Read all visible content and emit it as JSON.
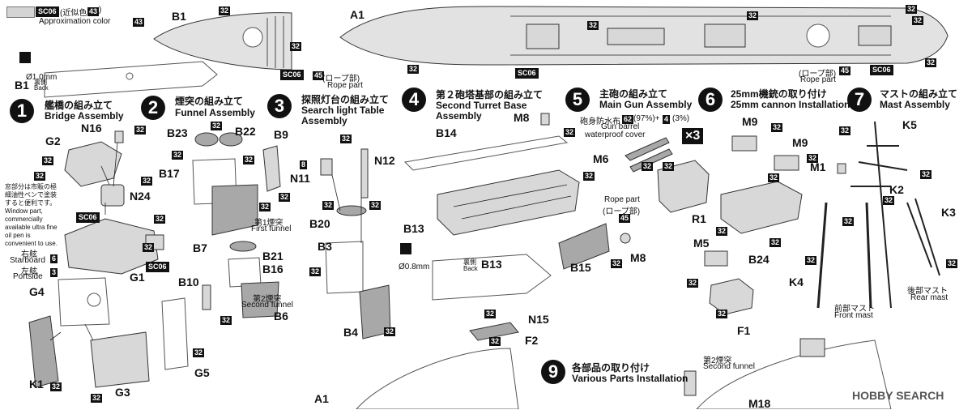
{
  "legend": {
    "code": "SC06",
    "jp": "(近似色",
    "num": "43",
    "close": ")",
    "en": "Approximation color",
    "en_num": "43"
  },
  "top": {
    "b1": "B1",
    "a1": "A1",
    "b1_back_label": "B1",
    "b1_back_jp": "裏側",
    "b1_back_en": "Back",
    "b1_dia": "Ø1.0mm",
    "rope_jp": "(ロープ部)",
    "rope_num": "45",
    "rope_en": "Rope part",
    "rope2_jp": "(ロープ部)",
    "rope2_num": "45",
    "rope2_en": "Rope part",
    "sc06": "SC06",
    "sc06b": "SC06",
    "sc06c": "SC06"
  },
  "badges": {
    "b32": "32"
  },
  "steps": [
    {
      "num": "1",
      "jp": "艦橋の組み立て",
      "en": "Bridge Assembly"
    },
    {
      "num": "2",
      "jp": "煙突の組み立て",
      "en": "Funnel Assembly"
    },
    {
      "num": "3",
      "jp": "探照灯台の組み立て",
      "en": "Search light Table",
      "en2": "Assembly"
    },
    {
      "num": "4",
      "jp": "第２砲塔基部の組み立て",
      "en": "Second Turret Base",
      "en2": "Assembly"
    },
    {
      "num": "5",
      "jp": "主砲の組み立て",
      "en": "Main Gun Assembly"
    },
    {
      "num": "6",
      "jp": "25mm機銃の取り付け",
      "en": "25mm cannon Installation"
    },
    {
      "num": "7",
      "jp": "マストの組み立て",
      "en": "Mast Assembly"
    },
    {
      "num": "9",
      "jp": "各部品の取り付け",
      "en": "Various Parts Installation"
    }
  ],
  "step1": {
    "note": "窓部分は市販の極細油性ペンで塗装すると便利です。Window part, commercially available ultra fine oil pen is convenient to use.",
    "starboard_jp": "右舷",
    "starboard_en": "Starboard",
    "starboard_num": "6",
    "portside_jp": "左舷",
    "portside_en": "Portside",
    "portside_num": "3",
    "parts": [
      "N16",
      "G2",
      "N24",
      "G1",
      "G4",
      "K1",
      "G3",
      "G5"
    ]
  },
  "step2": {
    "parts": [
      "B23",
      "B22",
      "B17",
      "B7",
      "B21",
      "B16",
      "B10",
      "B6"
    ],
    "first_jp": "第1煙突",
    "first_en": "First funnel",
    "second_jp": "第2煙突",
    "second_en": "Second funnel"
  },
  "step3": {
    "parts": [
      "B9",
      "N11",
      "N12",
      "B20",
      "B3",
      "B4"
    ],
    "n11_num": "8"
  },
  "step4": {
    "parts": [
      "M8",
      "B14",
      "B13",
      "B15",
      "M8"
    ],
    "rope_en": "Rope part",
    "rope_jp": "(ロープ部)",
    "rope_num": "45",
    "b13_back_label": "B13",
    "b13_back_jp": "裏側",
    "b13_back_en": "Back",
    "b13_dia": "Ø0.8mm"
  },
  "step5": {
    "cover_jp": "砲身防水布",
    "cover_p1": "62",
    "cover_pct1": "(97%)+",
    "cover_p2": "4",
    "cover_pct2": "(3%)",
    "cover_en1": "Gun barrel",
    "cover_en2": "waterproof cover",
    "x3": "×3",
    "parts": [
      "M6",
      "R1"
    ]
  },
  "step6": {
    "parts": [
      "M9",
      "M9",
      "B24",
      "M5",
      "F1"
    ]
  },
  "step7": {
    "parts": [
      "K5",
      "M1",
      "K2",
      "K3",
      "K4"
    ],
    "front_jp": "前部マスト",
    "front_en": "Front mast",
    "rear_jp": "後部マスト",
    "rear_en": "Rear mast"
  },
  "bottom": {
    "parts": [
      "N15",
      "F2",
      "A1",
      "M18"
    ],
    "second_jp": "第2煙突",
    "second_en": "Second funnel"
  },
  "watermark": "HOBBY SEARCH"
}
